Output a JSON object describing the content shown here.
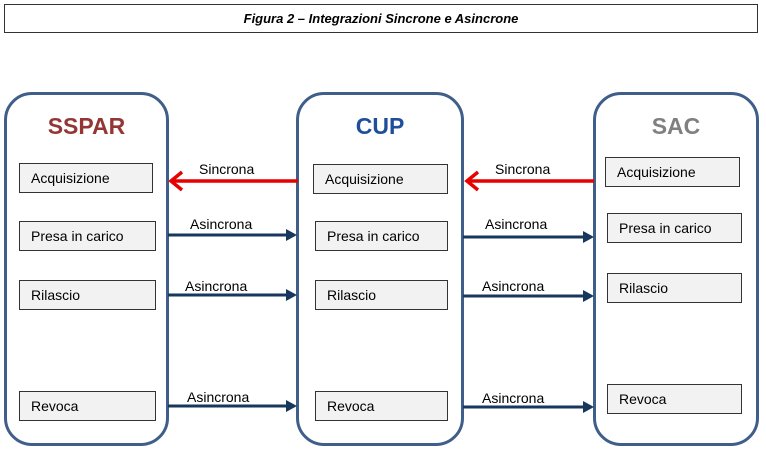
{
  "caption": "Figura 2 – Integrazioni Sincrone e Asincrone",
  "columns": [
    {
      "title": "SSPAR",
      "color": "#943634",
      "steps": [
        "Acquisizione",
        "Presa in carico",
        "Rilascio",
        "Revoca"
      ]
    },
    {
      "title": "CUP",
      "color": "#1f4e9a",
      "steps": [
        "Acquisizione",
        "Presa in carico",
        "Rilascio",
        "Revoca"
      ]
    },
    {
      "title": "SAC",
      "color": "#808080",
      "steps": [
        "Acquisizione",
        "Presa in carico",
        "Rilascio",
        "Revoca"
      ]
    }
  ],
  "connections": {
    "left": [
      {
        "label": "Sincrona",
        "from": "CUP",
        "to": "SSPAR",
        "color": "#e60000"
      },
      {
        "label": "Asincrona",
        "from": "SSPAR",
        "to": "CUP",
        "color": "#17375e"
      },
      {
        "label": "Asincrona",
        "from": "SSPAR",
        "to": "CUP",
        "color": "#17375e"
      },
      {
        "label": "Asincrona",
        "from": "SSPAR",
        "to": "CUP",
        "color": "#17375e"
      }
    ],
    "right": [
      {
        "label": "Sincrona",
        "from": "SAC",
        "to": "CUP",
        "color": "#e60000"
      },
      {
        "label": "Asincrona",
        "from": "CUP",
        "to": "SAC",
        "color": "#17375e"
      },
      {
        "label": "Asincrona",
        "from": "CUP",
        "to": "SAC",
        "color": "#17375e"
      },
      {
        "label": "Asincrona",
        "from": "CUP",
        "to": "SAC",
        "color": "#17375e"
      }
    ]
  }
}
